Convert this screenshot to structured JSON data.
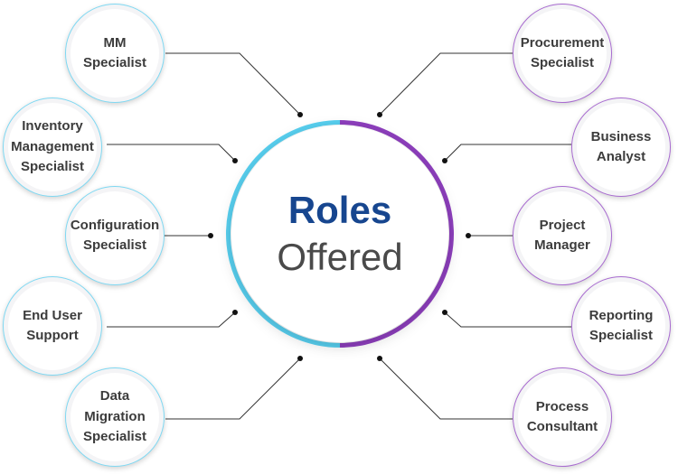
{
  "center": {
    "title": "Roles",
    "subtitle": "Offered"
  },
  "colors": {
    "left_accent": "#58d0f0",
    "right_accent": "#8e3fbe",
    "title": "#17468f",
    "subtitle": "#4a4a4a",
    "label": "#3c3c3c",
    "line": "#333333"
  },
  "left_roles": [
    {
      "label": "MM\nSpecialist"
    },
    {
      "label": "Inventory\nManagement\nSpecialist"
    },
    {
      "label": "Configuration\nSpecialist"
    },
    {
      "label": "End User\nSupport"
    },
    {
      "label": "Data\nMigration\nSpecialist"
    }
  ],
  "right_roles": [
    {
      "label": "Procurement\nSpecialist"
    },
    {
      "label": "Business\nAnalyst"
    },
    {
      "label": "Project\nManager"
    },
    {
      "label": "Reporting\nSpecialist"
    },
    {
      "label": "Process\nConsultant"
    }
  ]
}
